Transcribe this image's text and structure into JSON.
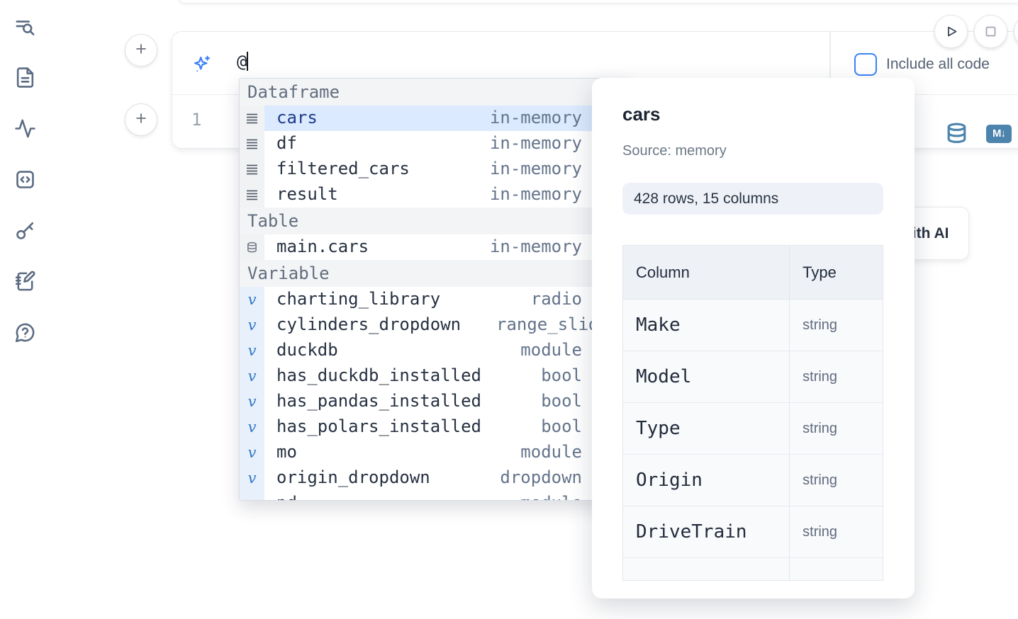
{
  "sidebar": {
    "icons": [
      {
        "name": "search-text-icon"
      },
      {
        "name": "file-document-icon"
      },
      {
        "name": "activity-icon"
      },
      {
        "name": "code-snippets-icon"
      },
      {
        "name": "key-icon"
      },
      {
        "name": "notebook-pen-icon"
      },
      {
        "name": "help-chat-icon"
      }
    ]
  },
  "run_controls": {
    "buttons": [
      {
        "name": "run-all-button",
        "icon": "play-icon"
      },
      {
        "name": "stop-button",
        "icon": "stop-icon"
      },
      {
        "name": "extra-button-clipped",
        "icon": "partial-circle"
      }
    ]
  },
  "ai_prompt": {
    "value": "@",
    "sparkle_icon": "sparkles-icon",
    "include_all_code": {
      "label": "Include all code",
      "checked": false
    }
  },
  "code_cell": {
    "line_number": "1",
    "content": "",
    "actions": [
      {
        "name": "convert-to-sql-button",
        "icon": "database-icon"
      },
      {
        "name": "convert-to-markdown-button",
        "icon": "markdown-icon",
        "badge_text": "M↓"
      }
    ]
  },
  "autocomplete": {
    "sections": [
      {
        "label": "Dataframe",
        "items": [
          {
            "kind": "dataframe",
            "name": "cars",
            "detail": "in-memory",
            "selected": true
          },
          {
            "kind": "dataframe",
            "name": "df",
            "detail": "in-memory"
          },
          {
            "kind": "dataframe",
            "name": "filtered_cars",
            "detail": "in-memory"
          },
          {
            "kind": "dataframe",
            "name": "result",
            "detail": "in-memory"
          }
        ]
      },
      {
        "label": "Table",
        "items": [
          {
            "kind": "table",
            "name": "main.cars",
            "detail": "in-memory"
          }
        ]
      },
      {
        "label": "Variable",
        "items": [
          {
            "kind": "variable",
            "name": "charting_library",
            "detail": "radio"
          },
          {
            "kind": "variable",
            "name": "cylinders_dropdown",
            "detail": "range_slider",
            "detail_overflow": true
          },
          {
            "kind": "variable",
            "name": "duckdb",
            "detail": "module"
          },
          {
            "kind": "variable",
            "name": "has_duckdb_installed",
            "detail": "bool"
          },
          {
            "kind": "variable",
            "name": "has_pandas_installed",
            "detail": "bool"
          },
          {
            "kind": "variable",
            "name": "has_polars_installed",
            "detail": "bool"
          },
          {
            "kind": "variable",
            "name": "mo",
            "detail": "module"
          },
          {
            "kind": "variable",
            "name": "origin_dropdown",
            "detail": "dropdown"
          },
          {
            "kind": "variable",
            "name": "pd",
            "detail": "module",
            "partial": true
          }
        ]
      }
    ]
  },
  "preview": {
    "title": "cars",
    "source_label": "Source: memory",
    "shape_badge": "428 rows, 15 columns",
    "table": {
      "headers": [
        "Column",
        "Type"
      ],
      "rows": [
        [
          "Make",
          "string"
        ],
        [
          "Model",
          "string"
        ],
        [
          "Type",
          "string"
        ],
        [
          "Origin",
          "string"
        ],
        [
          "DriveTrain",
          "string"
        ]
      ],
      "partial_empty_row": true
    }
  },
  "generate_ai": {
    "label": "Generate with AI"
  },
  "colors": {
    "accent_blue": "#3b82f6",
    "selection_bg": "#dbeafe",
    "selected_text": "#1e3a8a",
    "muted_slate": "#64748b",
    "steel_blue": "#4d84ad",
    "badge_bg": "#eef2f8",
    "header_bg": "#f3f4f6"
  }
}
